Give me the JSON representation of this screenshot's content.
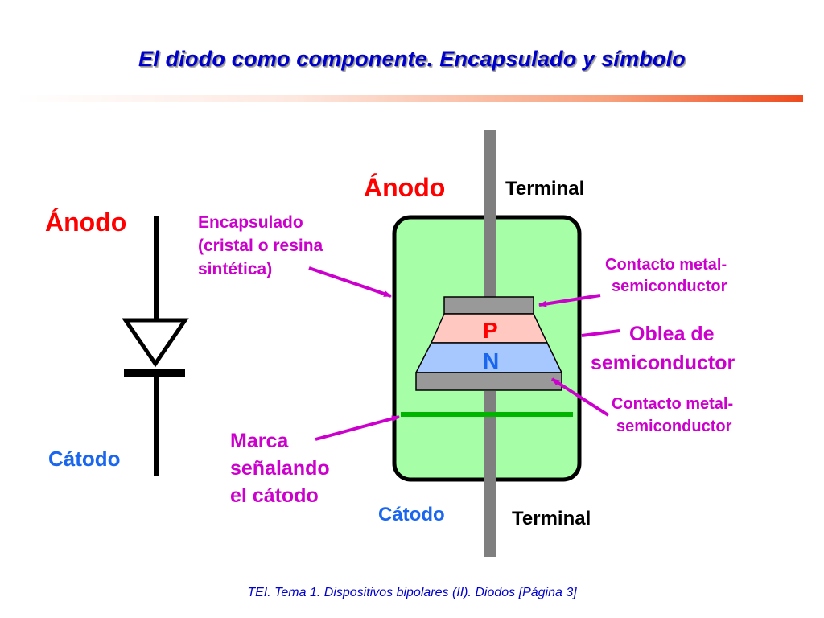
{
  "title": "El diodo como componente. Encapsulado y símbolo",
  "footer": "TEI. Tema 1. Dispositivos bipolares (II). Diodos [Página 3]",
  "colors": {
    "title": "#0000cc",
    "anode_label": "#ff0000",
    "cathode_label": "#1a66ee",
    "annotation": "#cc00cc",
    "terminal_label": "#000000",
    "package_fill": "#a6ffa6",
    "p_region": "#ffc8c0",
    "n_region": "#a6c8ff",
    "contact": "#999999",
    "cathode_band": "#00b400"
  },
  "symbol": {
    "anode": "Ánodo",
    "cathode": "Cátodo"
  },
  "package": {
    "anode": "Ánodo",
    "cathode": "Cátodo",
    "terminal_top": "Terminal",
    "terminal_bottom": "Terminal",
    "p_label": "P",
    "n_label": "N"
  },
  "annotations": {
    "encapsulado": [
      "Encapsulado",
      "(cristal o resina",
      "sintética)"
    ],
    "contacto_top": [
      "Contacto metal-",
      "semiconductor"
    ],
    "oblea": [
      "Oblea de",
      "semiconductor"
    ],
    "contacto_bottom": [
      "Contacto metal-",
      "semiconductor"
    ],
    "marca": [
      "Marca",
      "señalando",
      "el cátodo"
    ]
  }
}
